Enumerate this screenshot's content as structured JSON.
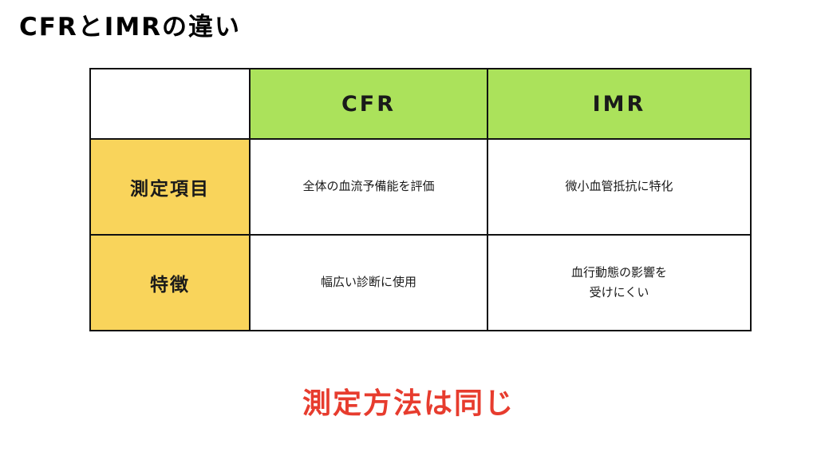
{
  "title": "CFRとIMRの違い",
  "table": {
    "col_headers": [
      "CFR",
      "IMR"
    ],
    "rows": [
      {
        "label": "測定項目",
        "cfr": "全体の血流予備能を評価",
        "imr": "微小血管抵抗に特化"
      },
      {
        "label": "特徴",
        "cfr": "幅広い診断に使用",
        "imr": "血行動態の影響を\n受けにくい"
      }
    ]
  },
  "footer": "測定方法は同じ",
  "colors": {
    "header_green": "#abe25b",
    "label_yellow": "#f9d45b",
    "footer_red": "#e73c2e"
  }
}
